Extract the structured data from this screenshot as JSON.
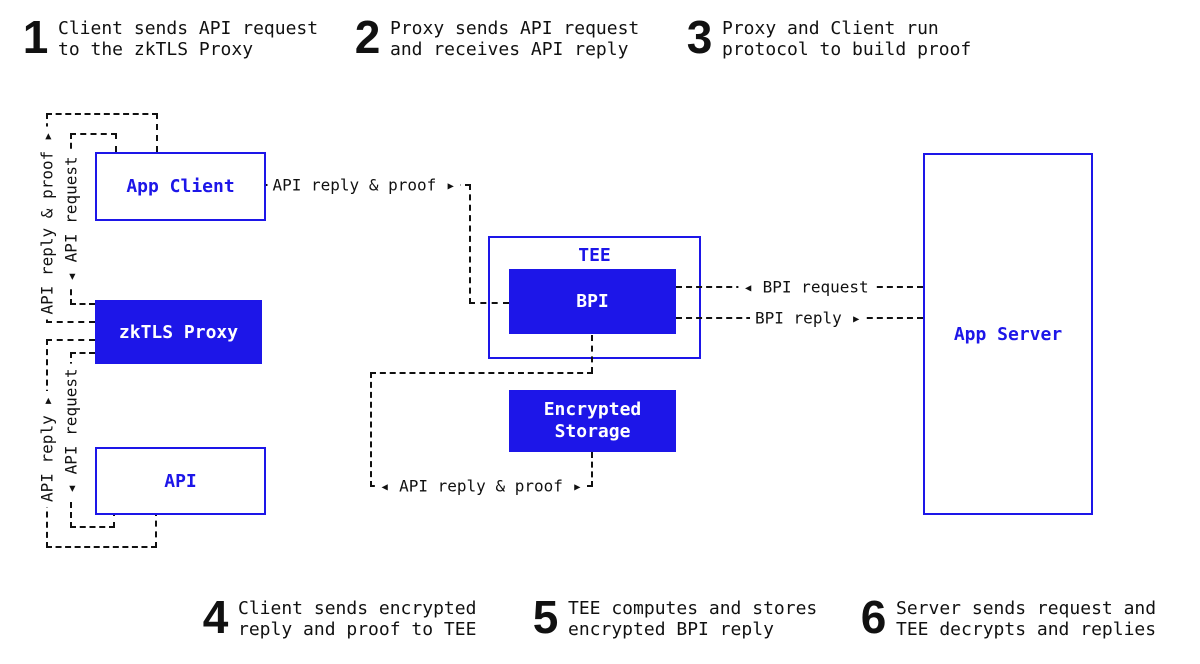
{
  "colors": {
    "blue": "#1d16e8",
    "line": "#111111"
  },
  "steps_top": [
    {
      "num": "1",
      "line1": "Client sends API request",
      "line2": "to the zkTLS Proxy"
    },
    {
      "num": "2",
      "line1": "Proxy sends API request",
      "line2": "and receives API reply"
    },
    {
      "num": "3",
      "line1": "Proxy and Client run",
      "line2": "protocol to build proof"
    }
  ],
  "steps_bottom": [
    {
      "num": "4",
      "line1": "Client sends encrypted",
      "line2": "reply and proof to TEE"
    },
    {
      "num": "5",
      "line1": "TEE computes and stores",
      "line2": "encrypted BPI reply"
    },
    {
      "num": "6",
      "line1": "Server sends request and",
      "line2": "TEE decrypts and replies"
    }
  ],
  "nodes": {
    "app_client": "App Client",
    "zktls_proxy": "zkTLS Proxy",
    "api": "API",
    "tee": "TEE",
    "bpi": "BPI",
    "encrypted_storage_line1": "Encrypted",
    "encrypted_storage_line2": "Storage",
    "app_server": "App Server"
  },
  "edge_labels": {
    "client_reply_proof_vertical": "API reply & proof ▸",
    "client_request_vertical": "◂ API request",
    "proxy_api_request_vertical": "◂ API request",
    "proxy_api_reply_vertical": "API reply ▸",
    "client_bpi_reply_proof": "API reply & proof ▸",
    "bpi_request": "◂ BPI request",
    "bpi_reply": "BPI reply ▸",
    "storage_reply_proof": "◂ API reply & proof ▸"
  }
}
